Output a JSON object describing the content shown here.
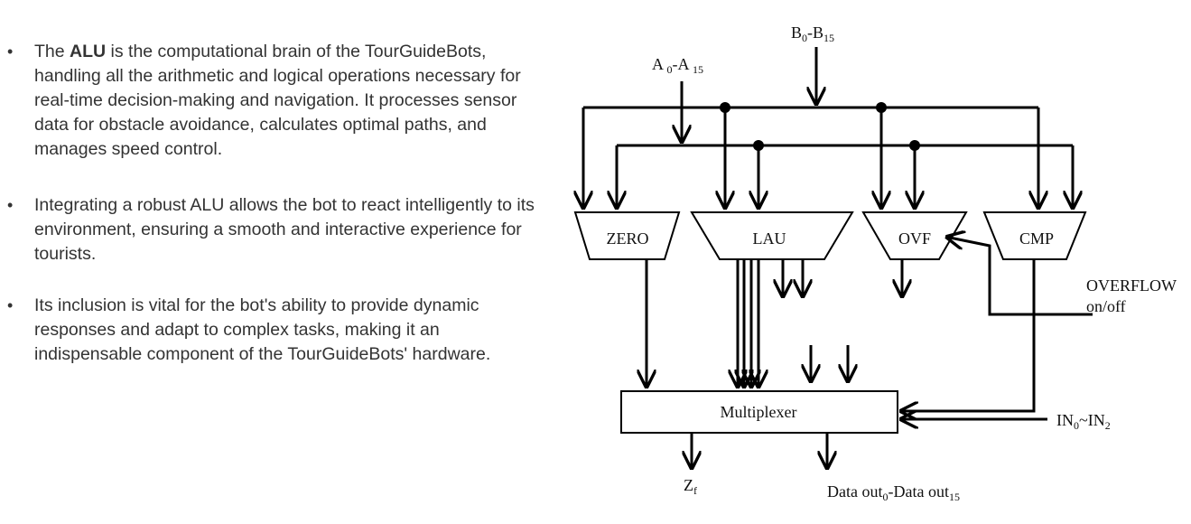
{
  "bullets": [
    {
      "marker": "•",
      "lead": "The ",
      "bold": "ALU",
      "rest": " is the computational brain of the TourGuideBots, handling all the arithmetic and logical operations necessary for real-time decision-making and navigation. It processes sensor data for obstacle avoidance, calculates optimal paths, and manages speed control."
    },
    {
      "marker": "•",
      "text": " Integrating a robust ALU allows the bot to react intelligently to its environment, ensuring a smooth and interactive experience for tourists."
    },
    {
      "marker": "•",
      "text": "Its inclusion is vital for the bot's ability to provide dynamic responses and adapt to complex tasks, making it an indispensable component of the TourGuideBots' hardware."
    }
  ],
  "diagram": {
    "input_b": {
      "base1": "B",
      "sub1": "0",
      "dash": "-B",
      "sub2": "15"
    },
    "input_a": {
      "base1": "A ",
      "sub1": "0",
      "dash": "-A ",
      "sub2": "15"
    },
    "blocks": {
      "zero": "ZERO",
      "lau": "LAU",
      "ovf": "OVF",
      "cmp": "CMP",
      "mux": "Multiplexer"
    },
    "overflow_line1": "OVERFLOW",
    "overflow_line2": "on/off",
    "in_label": {
      "base1": "IN",
      "sub1": "0",
      "mid": "~IN",
      "sub2": "2"
    },
    "zf_label": {
      "base": "Z",
      "sub": "f"
    },
    "dataout_label": {
      "base1": "Data out",
      "sub1": "0",
      "mid": "-Data out",
      "sub2": "15"
    }
  }
}
